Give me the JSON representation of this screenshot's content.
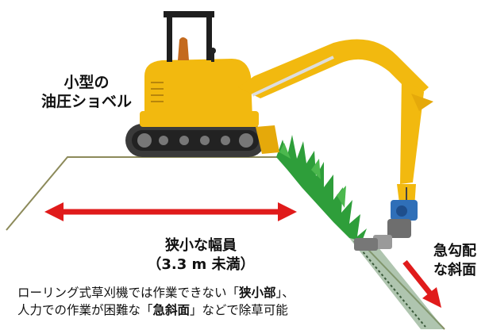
{
  "labels": {
    "excavator_line1": "小型の",
    "excavator_line2": "油圧ショベル",
    "width_line1": "狭小な幅員",
    "width_line2": "（3.3 m 未満）",
    "slope_line1": "急勾配",
    "slope_line2": "な斜面"
  },
  "description": {
    "line1_part1": "ローリング式草刈機では作業できない「",
    "line1_bold": "狭小部",
    "line1_part2": "」、",
    "line2_part1": "人力での作業が困難な「",
    "line2_bold": "急斜面",
    "line2_part2": "」などで除草可能"
  },
  "colors": {
    "excavator_yellow": "#F2B90F",
    "arrow_red": "#E01B1B",
    "grass_green": "#2E9E3A",
    "ground_line": "#8C8A5A"
  }
}
